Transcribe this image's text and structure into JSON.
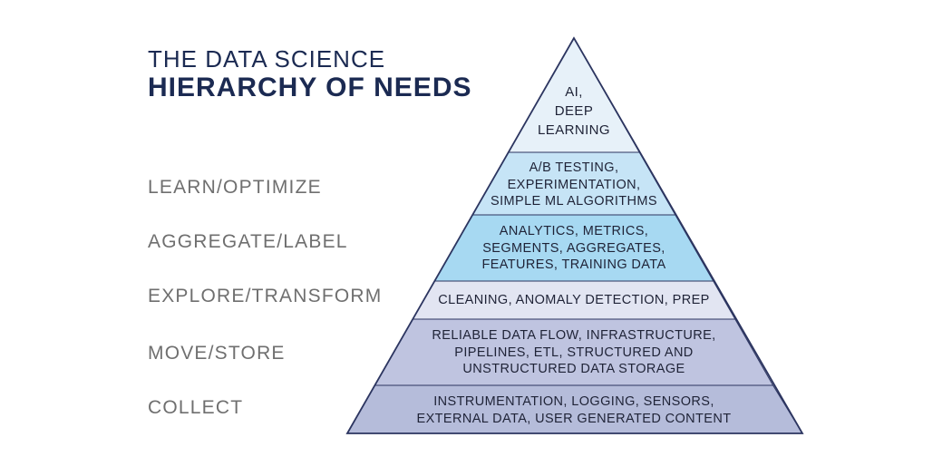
{
  "title": {
    "line1": "THE DATA SCIENCE",
    "line2": "HIERARCHY OF NEEDS"
  },
  "side_labels": [
    {
      "label": "LEARN/OPTIMIZE"
    },
    {
      "label": "AGGREGATE/LABEL"
    },
    {
      "label": "EXPLORE/TRANSFORM"
    },
    {
      "label": "MOVE/STORE"
    },
    {
      "label": "COLLECT"
    }
  ],
  "pyramid": {
    "levels": [
      {
        "name": "ai-deep-learning",
        "color": "#e7f1f9",
        "lines": [
          "AI,",
          "DEEP",
          "LEARNING"
        ]
      },
      {
        "name": "learn-optimize",
        "color": "#c6e4f6",
        "lines": [
          "A/B TESTING,",
          "EXPERIMENTATION,",
          "SIMPLE ML ALGORITHMS"
        ]
      },
      {
        "name": "aggregate-label",
        "color": "#a7d9f2",
        "lines": [
          "ANALYTICS, METRICS,",
          "SEGMENTS, AGGREGATES,",
          "FEATURES, TRAINING DATA"
        ]
      },
      {
        "name": "explore-transform",
        "color": "#e2e5f2",
        "lines": [
          "CLEANING, ANOMALY DETECTION, PREP"
        ]
      },
      {
        "name": "move-store",
        "color": "#bfc4e0",
        "lines": [
          "RELIABLE DATA FLOW, INFRASTRUCTURE,",
          "PIPELINES, ETL, STRUCTURED AND",
          "UNSTRUCTURED DATA STORAGE"
        ]
      },
      {
        "name": "collect",
        "color": "#b5bcda",
        "lines": [
          "INSTRUMENTATION, LOGGING, SENSORS,",
          "EXTERNAL DATA, USER GENERATED CONTENT"
        ]
      }
    ]
  },
  "colors": {
    "title_text": "#1b2a52",
    "side_label_text": "#6f6f6f",
    "pyramid_text": "#1f2337",
    "outline": "#2c3560",
    "background": "#ffffff"
  }
}
